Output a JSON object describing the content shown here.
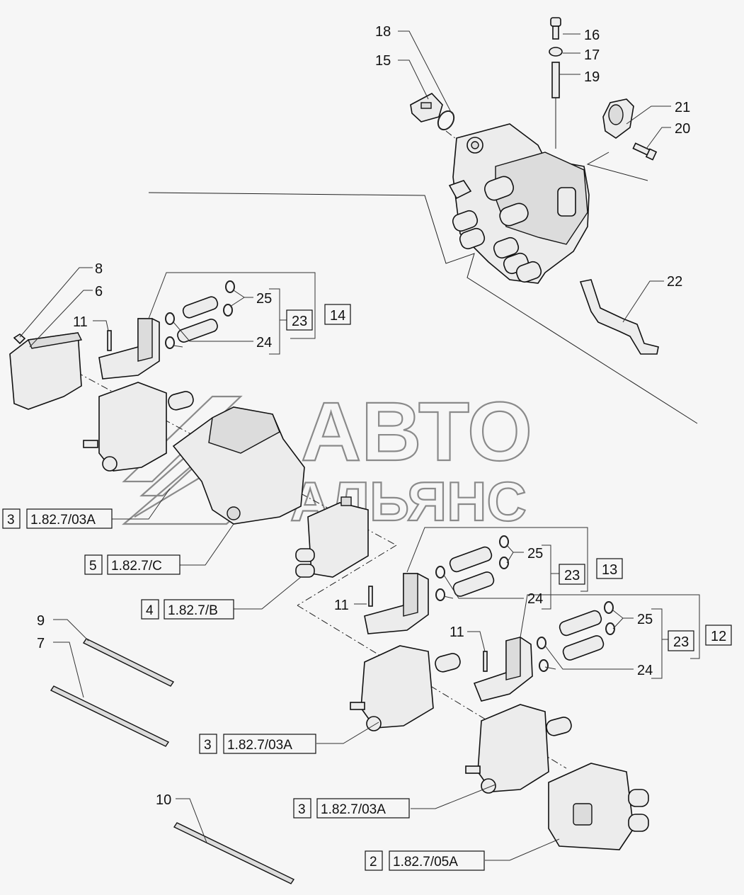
{
  "watermark": {
    "line1": "АВТО",
    "line2": "АЛЬЯНС"
  },
  "labels": {
    "l6": "6",
    "l7": "7",
    "l8": "8",
    "l9": "9",
    "l10": "10",
    "l11a": "11",
    "l11b": "11",
    "l11c": "11",
    "l12": "12",
    "l13": "13",
    "l14": "14",
    "l15": "15",
    "l16": "16",
    "l17": "17",
    "l18": "18",
    "l19": "19",
    "l20": "20",
    "l21": "21",
    "l22": "22",
    "l23a": "23",
    "l23b": "23",
    "l23c": "23",
    "l24a": "24",
    "l24b": "24",
    "l24c": "24",
    "l25a": "25",
    "l25b": "25",
    "l25c": "25"
  },
  "references": [
    {
      "qty": "3",
      "code": "1.82.7/03A"
    },
    {
      "qty": "5",
      "code": "1.82.7/C"
    },
    {
      "qty": "4",
      "code": "1.82.7/B"
    },
    {
      "qty": "3",
      "code": "1.82.7/03A"
    },
    {
      "qty": "3",
      "code": "1.82.7/03A"
    },
    {
      "qty": "2",
      "code": "1.82.7/05A"
    }
  ]
}
